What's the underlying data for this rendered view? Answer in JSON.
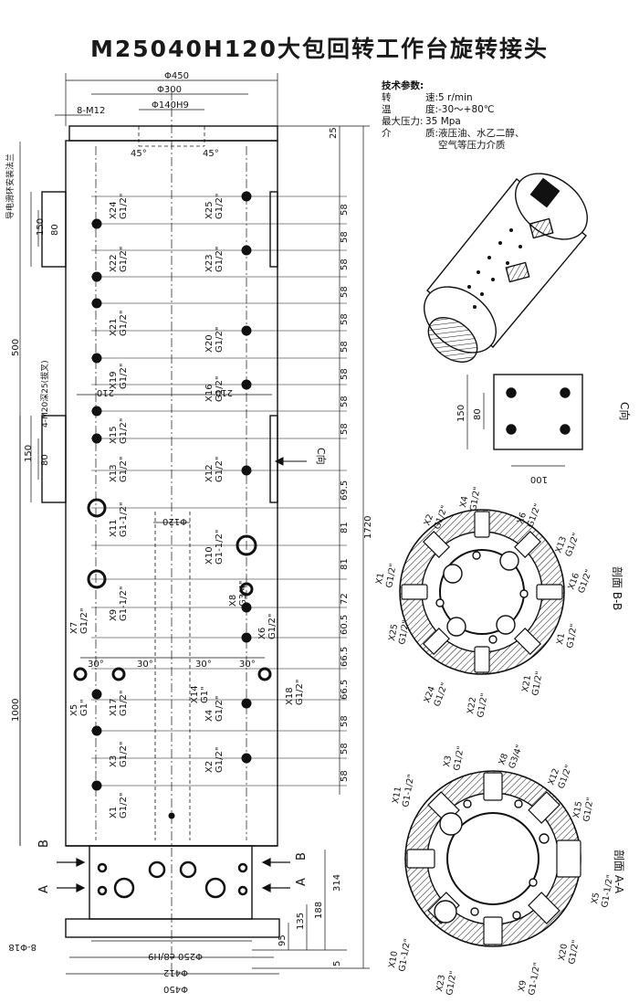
{
  "title": "M25040H120大包回转工作台旋转接头",
  "specs": {
    "heading": "技术参数:",
    "rows": [
      {
        "label": "转",
        "sep": "速:",
        "value": "5 r/min"
      },
      {
        "label": "温",
        "sep": "度:",
        "value": "-30～+80℃"
      },
      {
        "label": "最大压力:",
        "sep": "",
        "value": "35 Mpa"
      },
      {
        "label": "介",
        "sep": "质:",
        "value": "液压油、水乙二醇、"
      },
      {
        "label": "",
        "sep": "",
        "value": "空气等压力介质"
      }
    ]
  },
  "main_view": {
    "top_dims": [
      "Φ450",
      "Φ300",
      "Φ140H9",
      "8-M12"
    ],
    "angles": [
      "45°",
      "45°"
    ],
    "right_dims": [
      "25",
      "58",
      "58",
      "58",
      "58",
      "58",
      "58",
      "58",
      "58",
      "58",
      "69.5",
      "81",
      "81",
      "72",
      "60.5",
      "66.5",
      "66.5",
      "58",
      "58",
      "58"
    ],
    "overall_height": "1720",
    "left_dims": [
      "150",
      "80",
      "500",
      "150",
      "80",
      "1000"
    ],
    "slip_ring_note": "导电滑环安装法兰",
    "hole_note": "4-M20深25(拔叉)",
    "center_dims": [
      "210",
      "210",
      "Φ120",
      "30°",
      "30°",
      "30°",
      "30°"
    ],
    "c_view_arrow": "C向",
    "section_marks": [
      "B",
      "B",
      "A",
      "A"
    ],
    "base_right_dims": [
      "314",
      "188",
      "135",
      "95",
      "5"
    ],
    "base_left_dim": "8-Φ18",
    "bottom_dims": [
      "Φ250 e8/H9",
      "Φ412",
      "Φ450"
    ],
    "ports_left": [
      {
        "id": "X24",
        "size": "G1/2\""
      },
      {
        "id": "X22",
        "size": "G1/2\""
      },
      {
        "id": "X21",
        "size": "G1/2\""
      },
      {
        "id": "X19",
        "size": "G1/2\""
      },
      {
        "id": "X15",
        "size": "G1/2\""
      },
      {
        "id": "X13",
        "size": "G1/2\""
      },
      {
        "id": "X11",
        "size": "G1-1/2\""
      },
      {
        "id": "X9",
        "size": "G1-1/2\""
      },
      {
        "id": "X7",
        "size": "G1/2\""
      },
      {
        "id": "X5",
        "size": "G1\""
      },
      {
        "id": "X17",
        "size": "G1/2\""
      },
      {
        "id": "X3",
        "size": "G1/2\""
      },
      {
        "id": "X1",
        "size": "G1/2\""
      }
    ],
    "ports_right": [
      {
        "id": "X25",
        "size": "G1/2\""
      },
      {
        "id": "X23",
        "size": "G1/2\""
      },
      {
        "id": "X20",
        "size": "G1/2\""
      },
      {
        "id": "X16",
        "size": "G1/2\""
      },
      {
        "id": "X12",
        "size": "G1/2\""
      },
      {
        "id": "X10",
        "size": "G1-1/2\""
      },
      {
        "id": "X8",
        "size": "G3/4\""
      },
      {
        "id": "X6",
        "size": "G1/2\""
      },
      {
        "id": "X14",
        "size": "G1\""
      },
      {
        "id": "X18",
        "size": "G1/2\""
      },
      {
        "id": "X4",
        "size": "G1/2\""
      },
      {
        "id": "X2",
        "size": "G1/2\""
      }
    ]
  },
  "c_view": {
    "label": "C向",
    "dims": [
      "150",
      "80",
      "100"
    ]
  },
  "section_bb": {
    "label": "剖面 B-B",
    "ports": [
      {
        "id": "X2",
        "size": "G1/2\""
      },
      {
        "id": "X4",
        "size": "G1/2\""
      },
      {
        "id": "X6",
        "size": "G1/2\""
      },
      {
        "id": "X13",
        "size": "G1/2\""
      },
      {
        "id": "X16",
        "size": "G1/2\""
      },
      {
        "id": "X1",
        "size": "G1/2\""
      },
      {
        "id": "X21",
        "size": "G1/2\""
      },
      {
        "id": "X22",
        "size": "G1/2\""
      },
      {
        "id": "X24",
        "size": "G1/2\""
      },
      {
        "id": "X25",
        "size": "G1/2\""
      },
      {
        "id": "X1",
        "size": "G1/2\""
      }
    ]
  },
  "section_aa": {
    "label": "剖面 A-A",
    "ports": [
      {
        "id": "X11",
        "size": "G1-1/2\""
      },
      {
        "id": "X3",
        "size": "G1/2\""
      },
      {
        "id": "X8",
        "size": "G3/4\""
      },
      {
        "id": "X12",
        "size": "G1/2\""
      },
      {
        "id": "X15",
        "size": "G1/2\""
      },
      {
        "id": "X5",
        "size": "G1-1/2\""
      },
      {
        "id": "X20",
        "size": "G1/2\""
      },
      {
        "id": "X9",
        "size": "G1-1/2\""
      },
      {
        "id": "X23",
        "size": "G1/2\""
      },
      {
        "id": "X10",
        "size": "G1-1/2\""
      }
    ]
  }
}
